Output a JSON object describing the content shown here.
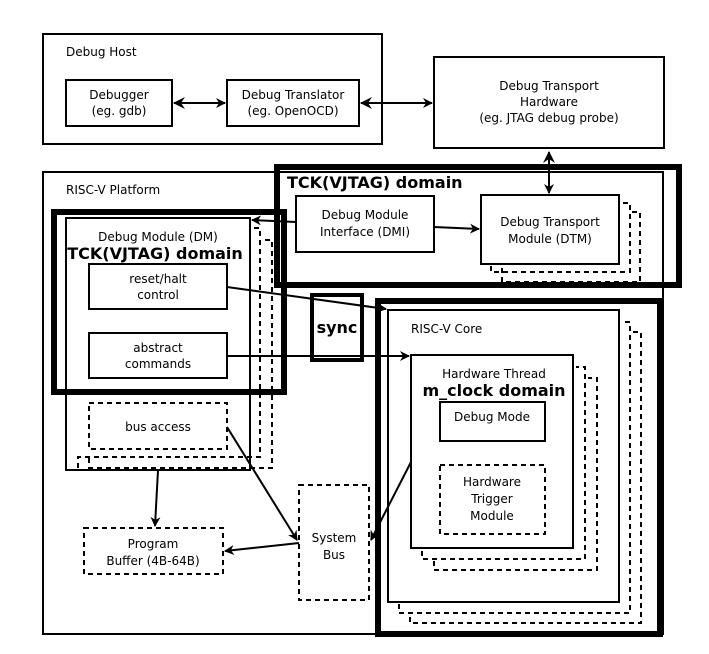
{
  "diagram": {
    "debug_host": {
      "label": "Debug Host"
    },
    "debugger": {
      "line1": "Debugger",
      "line2": "(eg. gdb)"
    },
    "debug_translator": {
      "line1": "Debug Translator",
      "line2": "(eg. OpenOCD)"
    },
    "debug_transport_hw": {
      "line1": "Debug Transport",
      "line2": "Hardware",
      "line3": "(eg. JTAG debug probe)"
    },
    "platform": {
      "label": "RISC-V Platform"
    },
    "tck_domain_top": {
      "label": "TCK(VJTAG) domain"
    },
    "dmi": {
      "line1": "Debug Module",
      "line2": "Interface (DMI)"
    },
    "dtm": {
      "line1": "Debug Transport",
      "line2": "Module (DTM)"
    },
    "debug_module": {
      "label": "Debug Module (DM)",
      "domain_label": "TCK(VJTAG) domain"
    },
    "reset_halt": {
      "line1": "reset/halt",
      "line2": "control"
    },
    "abstract_cmds": {
      "line1": "abstract",
      "line2": "commands"
    },
    "bus_access": {
      "label": "bus access"
    },
    "sync": {
      "label": "sync"
    },
    "risc_v_core": {
      "label": "RISC-V Core"
    },
    "hw_thread": {
      "label": "Hardware Thread",
      "domain_label": "m_clock domain"
    },
    "debug_mode": {
      "label": "Debug Mode"
    },
    "hw_trigger": {
      "line1": "Hardware",
      "line2": "Trigger",
      "line3": "Module"
    },
    "program_buffer": {
      "line1": "Program",
      "line2": "Buffer (4B-64B)"
    },
    "system_bus": {
      "line1": "System",
      "line2": "Bus"
    }
  }
}
